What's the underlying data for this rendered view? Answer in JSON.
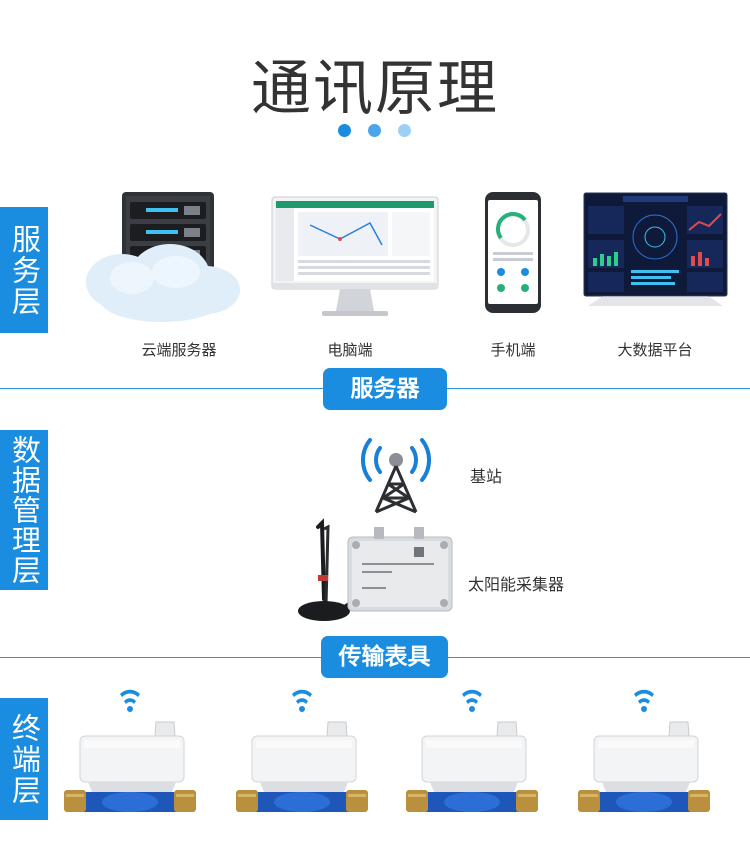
{
  "title": "通讯原理",
  "colors": {
    "accent": "#1a8de0",
    "dot1": "#1a8de0",
    "dot2": "#4aa5ea",
    "dot3": "#9dd0f4"
  },
  "layers": {
    "service": "服务层",
    "data_mgmt": "数据管理层",
    "terminal": "终端层"
  },
  "service_items": [
    {
      "label": "云端服务器",
      "icon": "cloud-server-icon"
    },
    {
      "label": "电脑端",
      "icon": "desktop-monitor-icon"
    },
    {
      "label": "手机端",
      "icon": "smartphone-icon"
    },
    {
      "label": "大数据平台",
      "icon": "dashboard-screen-icon"
    }
  ],
  "pills": {
    "server": "服务器",
    "transmit": "传输表具"
  },
  "data_items": [
    {
      "label": "基站",
      "icon": "base-station-icon"
    },
    {
      "label": "太阳能采集器",
      "icon": "solar-collector-icon"
    }
  ],
  "terminal_items": [
    {
      "icon": "water-meter-icon"
    },
    {
      "icon": "water-meter-icon"
    },
    {
      "icon": "water-meter-icon"
    },
    {
      "icon": "water-meter-icon"
    }
  ]
}
